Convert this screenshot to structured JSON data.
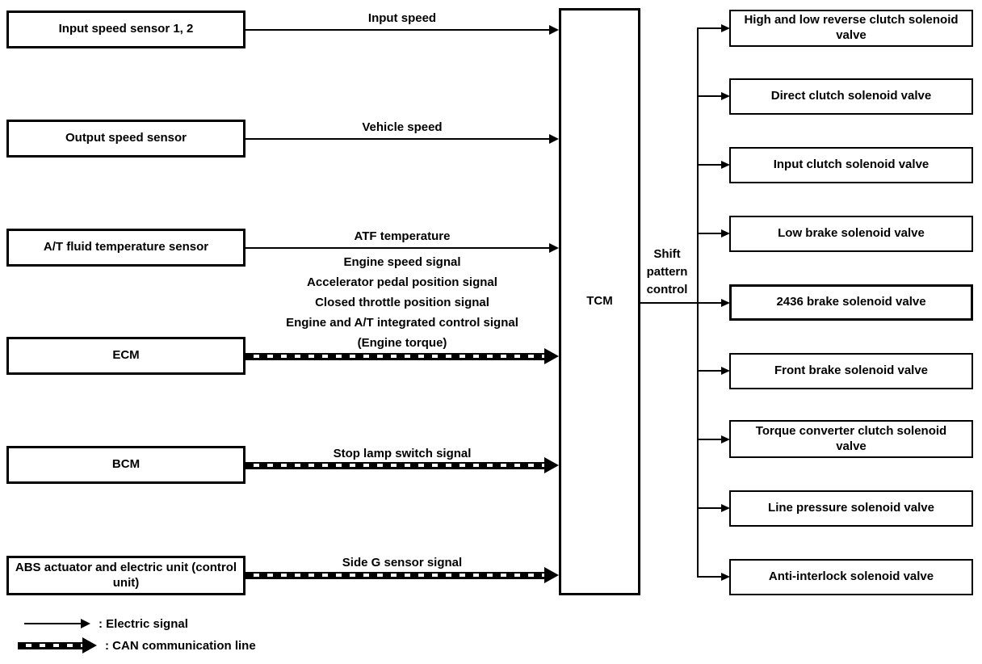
{
  "colors": {
    "ink": "#000000",
    "background": "#ffffff"
  },
  "tcm_label": "TCM",
  "shift_pattern": {
    "line1": "Shift",
    "line2": "pattern",
    "line3": "control"
  },
  "inputs": [
    {
      "source": "Input speed sensor 1, 2",
      "signal": "Input speed",
      "line_type": "electric"
    },
    {
      "source": "Output speed sensor",
      "signal": "Vehicle speed",
      "line_type": "electric"
    },
    {
      "source": "A/T fluid temperature sensor",
      "signal": "ATF temperature",
      "line_type": "electric"
    },
    {
      "source": "ECM",
      "signal_lines": [
        "Engine speed signal",
        "Accelerator pedal position signal",
        "Closed throttle position signal",
        "Engine and A/T integrated control signal",
        "(Engine torque)"
      ],
      "line_type": "can"
    },
    {
      "source": "BCM",
      "signal": "Stop lamp switch signal",
      "line_type": "can"
    },
    {
      "source": "ABS actuator and electric unit (control unit)",
      "signal": "Side G sensor signal",
      "line_type": "can"
    }
  ],
  "outputs": [
    "High and low reverse clutch solenoid valve",
    "Direct clutch solenoid valve",
    "Input clutch solenoid valve",
    "Low brake solenoid valve",
    "2436 brake solenoid valve",
    "Front brake solenoid valve",
    "Torque converter clutch solenoid valve",
    "Line pressure solenoid valve",
    "Anti-interlock solenoid valve"
  ],
  "legend": {
    "electric": ": Electric signal",
    "can": ": CAN communication line"
  }
}
